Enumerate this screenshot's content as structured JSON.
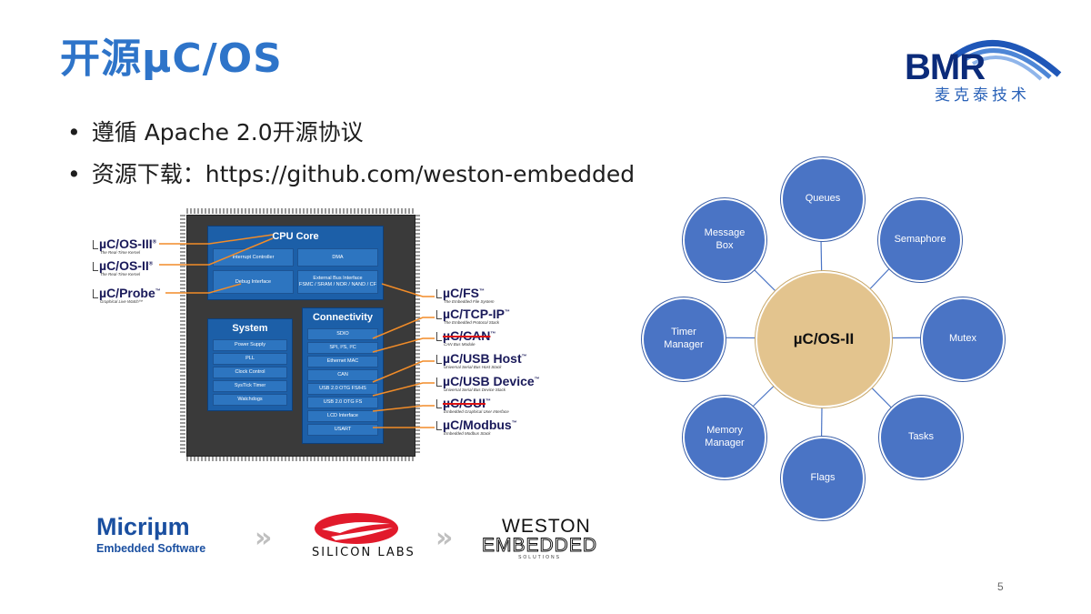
{
  "slide": {
    "title": "开源µC/OS",
    "bullets": [
      "遵循 Apache 2.0开源协议",
      "资源下载：https://github.com/weston-embedded"
    ],
    "page_number": "5"
  },
  "logo": {
    "brand": "BMR",
    "chinese": "麦克泰技术",
    "colors": {
      "dark": "#0b2b7a",
      "arc": "#2a62b8"
    }
  },
  "chip": {
    "cpu_core": {
      "title": "CPU Core",
      "cells": [
        "Interrupt Controller",
        "DMA",
        "Debug Interface",
        "External Bus Interface\nFSMC / SRAM / NOR / NAND / CF"
      ]
    },
    "system": {
      "title": "System",
      "cells": [
        "Power Supply",
        "PLL",
        "Clock Control",
        "SysTick Timer",
        "Watchdogs"
      ]
    },
    "connectivity": {
      "title": "Connectivity",
      "cells": [
        "SDIO",
        "SPI, I²S, I²C",
        "Ethernet MAC",
        "CAN",
        "USB 2.0 OTG FS/HS",
        "USB 2.0 OTG FS",
        "LCD Interface",
        "USART"
      ]
    },
    "left_products": [
      {
        "name": "µC/OS-III",
        "sup": "®",
        "sub": "The Real-Time Kernel"
      },
      {
        "name": "µC/OS-II",
        "sup": "®",
        "sub": "The Real-Time Kernel"
      },
      {
        "name": "µC/Probe",
        "sup": "™",
        "sub": "Graphical Live Watch™"
      }
    ],
    "right_products": [
      {
        "name": "µC/FS",
        "sup": "™",
        "sub": "The Embedded File System",
        "struck": false
      },
      {
        "name": "µC/TCP-IP",
        "sup": "™",
        "sub": "The Embedded Protocol Stack",
        "struck": false
      },
      {
        "name": "µC/CAN",
        "sup": "™",
        "sub": "CAN Bus Module",
        "struck": true
      },
      {
        "name": "µC/USB Host",
        "sup": "™",
        "sub": "Universal Serial Bus Host Stack",
        "struck": false
      },
      {
        "name": "µC/USB Device",
        "sup": "™",
        "sub": "Universal Serial Bus Device Stack",
        "struck": false
      },
      {
        "name": "µC/GUI",
        "sup": "™",
        "sub": "Embedded Graphical User Interface",
        "struck": true
      },
      {
        "name": "µC/Modbus",
        "sup": "™",
        "sub": "Embedded Modbus Stack",
        "struck": false
      }
    ],
    "colors": {
      "block": "#1c5fa8",
      "cell": "#2d75c0",
      "link": "#f28c28"
    }
  },
  "diagram": {
    "center": "µC/OS-II",
    "nodes": [
      "Queues",
      "Semaphore",
      "Mutex",
      "Tasks",
      "Flags",
      "Memory\nManager",
      "Timer\nManager",
      "Message\nBox"
    ],
    "colors": {
      "node": "#4a74c5",
      "center": "#e3c48e"
    }
  },
  "companies": {
    "micrium": {
      "name": "Micriµm",
      "tagline": "Embedded Software"
    },
    "silicon_labs": {
      "name": "SILICON LABS"
    },
    "weston": {
      "line1": "WESTON",
      "line2": "EMBEDDED",
      "line3": "SOLUTIONS"
    },
    "separator": "»"
  }
}
